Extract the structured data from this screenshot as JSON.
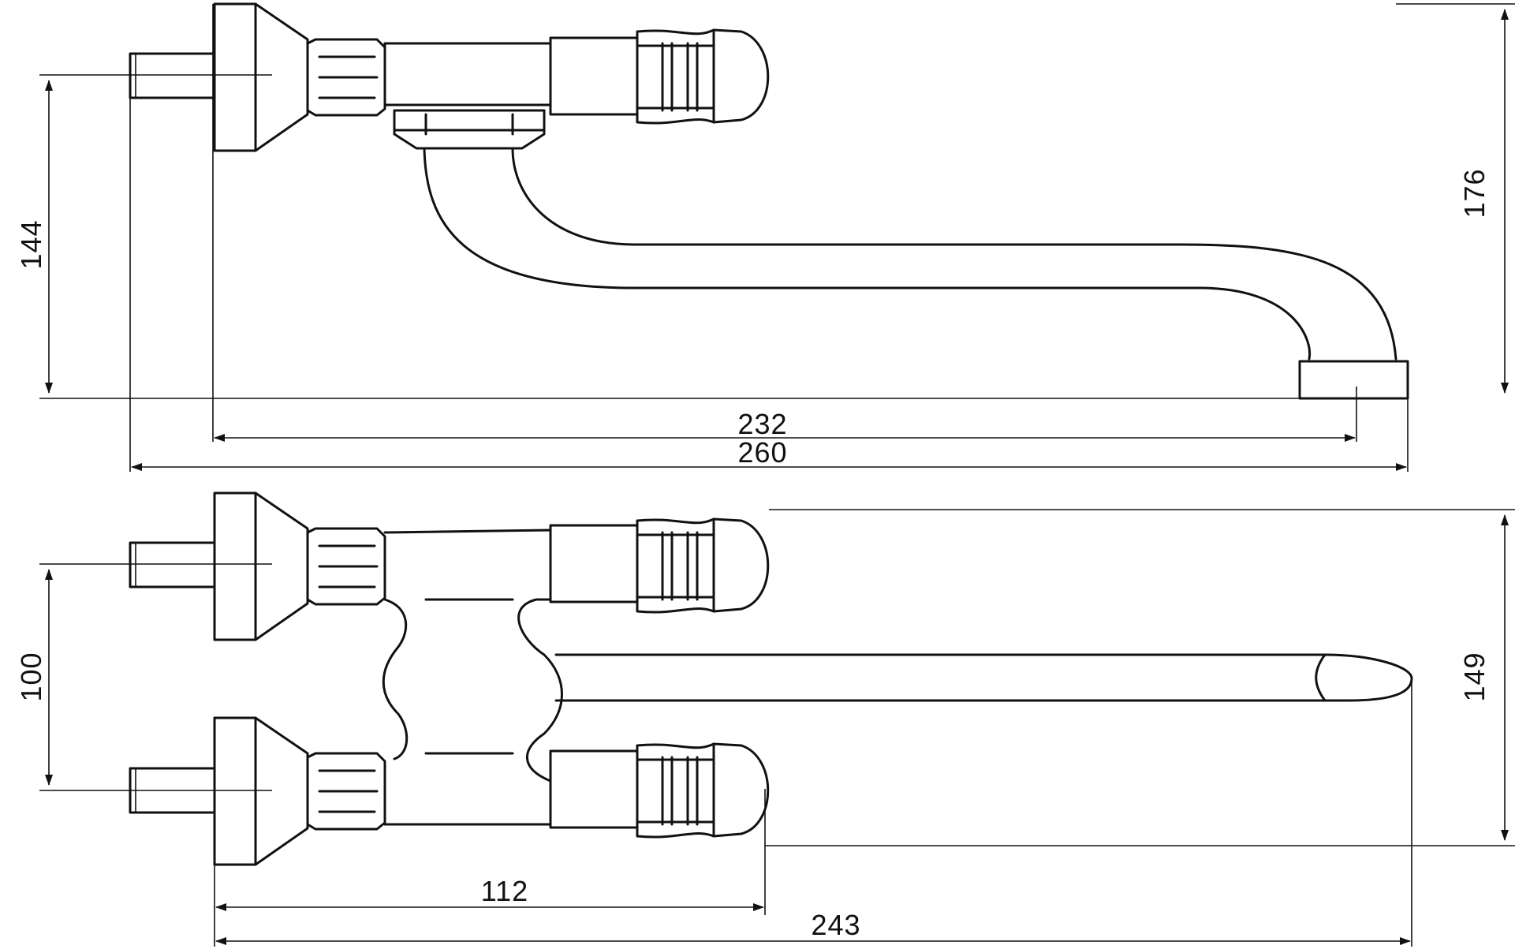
{
  "dimensions": {
    "side_view": {
      "height_inlet": "144",
      "total_height": "176",
      "spout_reach": "232",
      "overall_length": "260"
    },
    "top_view": {
      "inlet_spacing": "100",
      "total_width": "149",
      "handle_reach": "112",
      "overall_length": "243"
    }
  },
  "colors": {
    "line": "#111111",
    "background": "#ffffff"
  }
}
